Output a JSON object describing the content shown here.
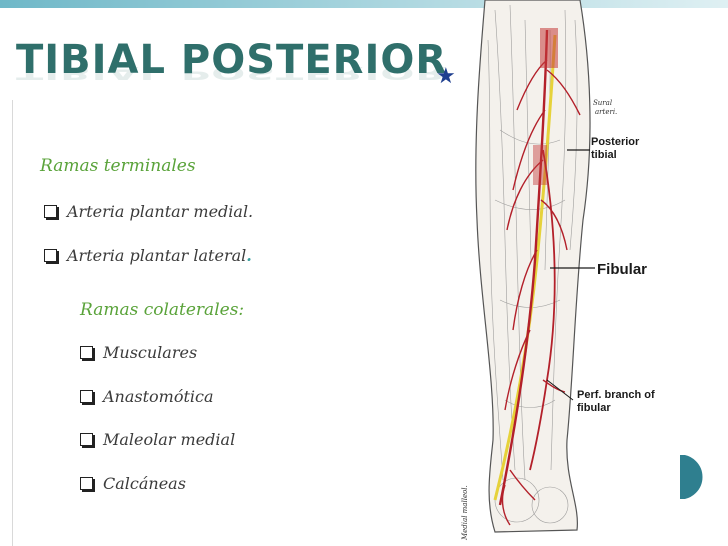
{
  "title": "TIBIAL POSTERIOR",
  "terminal": {
    "heading": "Ramas terminales",
    "items": [
      "Arteria plantar medial.",
      "Arteria plantar lateral"
    ],
    "trailing_dot": "."
  },
  "collateral": {
    "heading": "Ramas colaterales:",
    "items": [
      "Musculares",
      "Anastomótica",
      "Maleolar medial",
      "Calcáneas"
    ]
  },
  "figure": {
    "labels": {
      "posterior_tibial_1": "Posterior",
      "posterior_tibial_2": "tibial",
      "fibular": "Fibular",
      "perf_branch_1": "Perf. branch of",
      "perf_branch_2": "fibular",
      "sural_1": "Sural",
      "sural_2": "arteri.",
      "malleolus": "Medial malleol."
    }
  },
  "colors": {
    "title": "#2f6f6b",
    "heading": "#5aa33a",
    "bullet_text": "#3b3b3b",
    "accent": "#2f7f8f",
    "artery": "#b3202a",
    "nerve": "#e6d23a",
    "star": "#1f3f8f"
  },
  "icons": {
    "star": "star-icon",
    "bullet": "checkbox-bullet-icon",
    "corner": "half-circle-icon"
  }
}
